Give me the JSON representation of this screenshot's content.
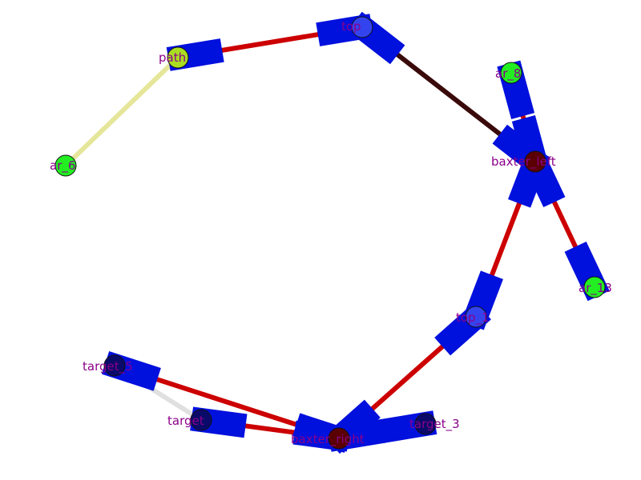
{
  "colors": {
    "background": "#ffffff",
    "edge_red": "#cc0000",
    "edge_dark": "#3a0a0a",
    "edge_pale": "#e6e69a",
    "edge_faint": "#e0e0e0",
    "marker_blue": "#0010dd",
    "node_green": "#22ee22",
    "node_yellow_green": "#aadd22",
    "node_dark_red": "#5a0000",
    "node_navy": "#0a0a6a",
    "node_blue": "#3344ee",
    "label": "#8b008b"
  },
  "nodes": [
    {
      "id": "ar_6",
      "label": "ar_6",
      "color": "node_green"
    },
    {
      "id": "path",
      "label": "path",
      "color": "node_yellow_green"
    },
    {
      "id": "top",
      "label": "top",
      "color": "node_blue"
    },
    {
      "id": "ar_8",
      "label": "ar_8",
      "color": "node_green"
    },
    {
      "id": "baxter_left",
      "label": "baxter_left",
      "color": "node_dark_red"
    },
    {
      "id": "ar_13",
      "label": "ar_13",
      "color": "node_green"
    },
    {
      "id": "top_1",
      "label": "top_1",
      "color": "node_blue"
    },
    {
      "id": "target_5",
      "label": "target_5",
      "color": "node_navy"
    },
    {
      "id": "target",
      "label": "target",
      "color": "node_navy"
    },
    {
      "id": "baxter_right",
      "label": "baxter_right",
      "color": "node_dark_red"
    },
    {
      "id": "target_3",
      "label": "target_3",
      "color": "node_navy"
    }
  ],
  "edges": [
    {
      "from": "ar_6",
      "to": "path",
      "color": "edge_pale",
      "arrow": false
    },
    {
      "from": "path",
      "to": "top",
      "color": "edge_red",
      "arrow": true
    },
    {
      "from": "top",
      "to": "baxter_left",
      "color": "edge_dark",
      "arrow": true
    },
    {
      "from": "ar_8",
      "to": "baxter_left",
      "color": "edge_red",
      "arrow": true
    },
    {
      "from": "ar_13",
      "to": "baxter_left",
      "color": "edge_red",
      "arrow": true
    },
    {
      "from": "baxter_left",
      "to": "top_1",
      "color": "edge_red",
      "arrow": true
    },
    {
      "from": "top_1",
      "to": "baxter_right",
      "color": "edge_red",
      "arrow": true
    },
    {
      "from": "target_5",
      "to": "baxter_right",
      "color": "edge_red",
      "arrow": true
    },
    {
      "from": "target",
      "to": "baxter_right",
      "color": "edge_red",
      "arrow": true
    },
    {
      "from": "target_3",
      "to": "baxter_right",
      "color": "edge_red",
      "arrow": true
    },
    {
      "from": "target",
      "to": "target_5",
      "color": "edge_faint",
      "arrow": false
    }
  ]
}
